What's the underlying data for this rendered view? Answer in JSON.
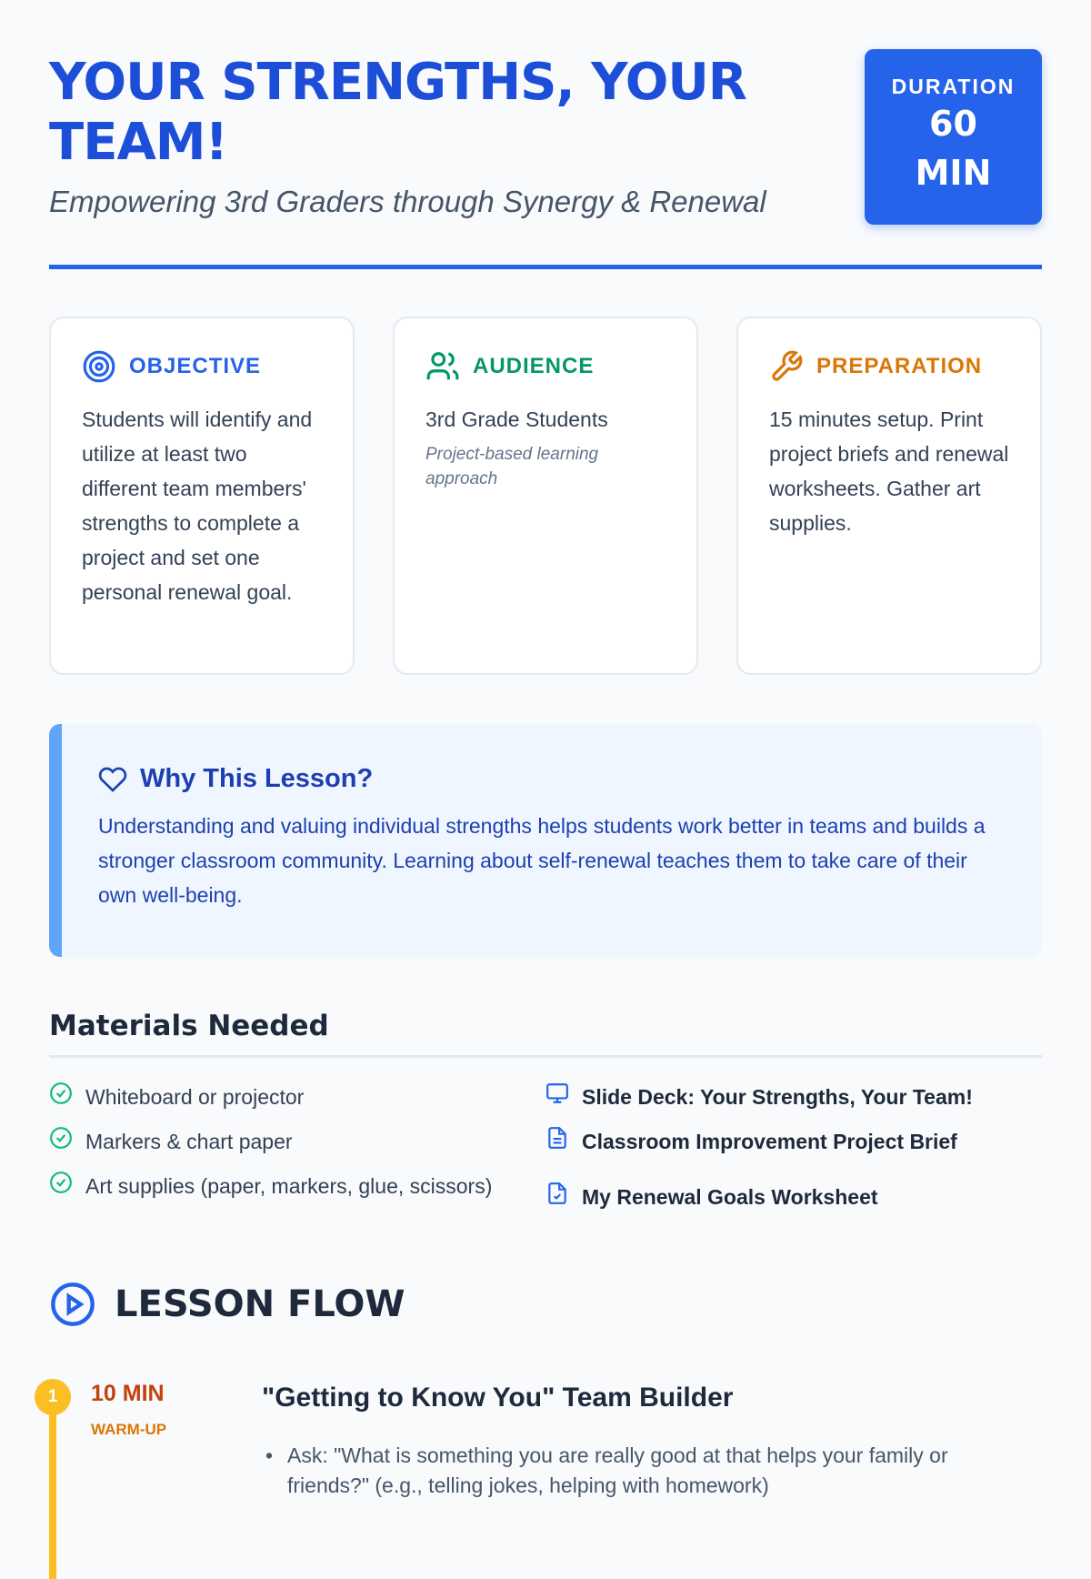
{
  "header": {
    "title": "YOUR STRENGTHS, YOUR TEAM!",
    "subtitle": "Empowering 3rd Graders through Synergy & Renewal",
    "duration_label": "DURATION",
    "duration_value": "60",
    "duration_unit": "MIN"
  },
  "cards": [
    {
      "title": "OBJECTIVE",
      "icon": "target-icon",
      "color": "#2563eb",
      "text": "Students will identify and utilize at least two different team members' strengths to complete a project and set one personal renewal goal."
    },
    {
      "title": "AUDIENCE",
      "icon": "users-icon",
      "color": "#059669",
      "text": "3rd Grade Students",
      "note": "Project-based learning approach"
    },
    {
      "title": "PREPARATION",
      "icon": "wrench-icon",
      "color": "#d97706",
      "text": "15 minutes setup. Print project briefs and renewal worksheets. Gather art supplies."
    }
  ],
  "why": {
    "title": "Why This Lesson?",
    "text": "Understanding and valuing individual strengths helps students work better in teams and builds a stronger classroom community. Learning about self-renewal teaches them to take care of their own well-being."
  },
  "materials": {
    "title": "Materials Needed",
    "supplies": [
      "Whiteboard or projector",
      "Markers & chart paper",
      "Art supplies (paper, markers, glue, scissors)"
    ],
    "resources": [
      "Slide Deck: Your Strengths, Your Team!",
      "Classroom Improvement Project Brief",
      "My Renewal Goals Worksheet"
    ]
  },
  "flow": {
    "title": "LESSON FLOW",
    "steps": [
      {
        "num": "1",
        "time": "10 MIN",
        "phase": "WARM-UP",
        "title": "\"Getting to Know You\" Team Builder",
        "bullet": "Ask: \"What is something you are really good at that helps your family or friends?\" (e.g., telling jokes, helping with homework)"
      }
    ]
  }
}
